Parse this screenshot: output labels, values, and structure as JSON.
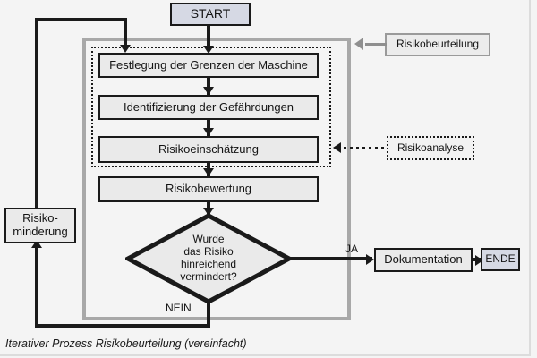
{
  "figure": {
    "caption": "Iterativer Prozess Risikobeurteilung (vereinfacht)",
    "background_color": "#f4f4f4",
    "line_color": "#1a1a1a",
    "group_frame_color": "#a8a8a8",
    "terminator_fill": "#d6d9e4",
    "process_fill": "#eaeaea"
  },
  "nodes": {
    "start": {
      "label": "START",
      "type": "terminator"
    },
    "step1": {
      "label": "Festlegung der Grenzen der Maschine",
      "type": "process"
    },
    "step2": {
      "label": "Identifizierung der Gefährdungen",
      "type": "process"
    },
    "step3": {
      "label": "Risikoeinschätzung",
      "type": "process"
    },
    "step4": {
      "label": "Risikobewertung",
      "type": "process"
    },
    "decision": {
      "type": "decision",
      "line1": "Wurde",
      "line2": "das Risiko",
      "line3": "hinreichend",
      "line4": "vermindert?"
    },
    "mitigation": {
      "type": "process",
      "line1": "Risiko-",
      "line2": "minderung"
    },
    "documentation": {
      "label": "Dokumentation",
      "type": "process"
    },
    "end": {
      "label": "ENDE",
      "type": "terminator"
    }
  },
  "annotations": {
    "risk_assessment": {
      "label": "Risikobeurteilung",
      "style": "solid-gray-border"
    },
    "risk_analysis": {
      "label": "Risikoanalyse",
      "style": "dotted-black-border"
    }
  },
  "edge_labels": {
    "yes": "JA",
    "no": "NEIN"
  }
}
